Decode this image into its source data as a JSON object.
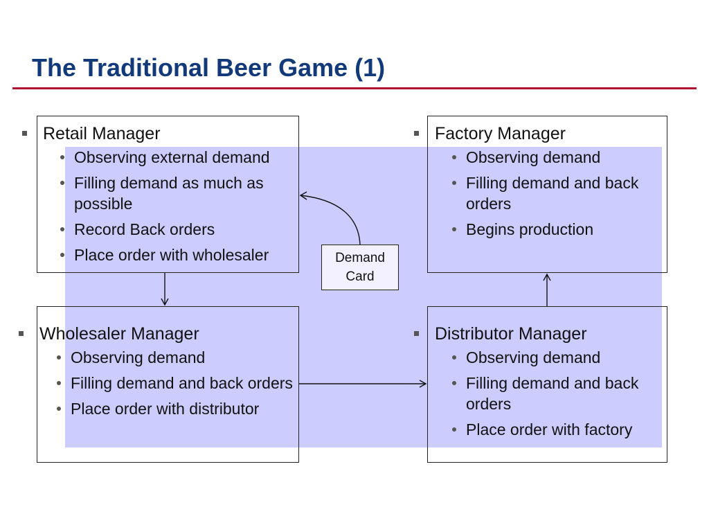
{
  "slide": {
    "title": "The Traditional Beer Game (1)"
  },
  "demand_card": {
    "line1": "Demand",
    "line2": "Card"
  },
  "roles": {
    "retail": {
      "title": "Retail Manager",
      "items": [
        "Observing external demand",
        "Filling demand as much as possible",
        "Record Back orders",
        "Place order with wholesaler"
      ]
    },
    "factory": {
      "title": "Factory Manager",
      "items": [
        "Observing demand",
        "Filling demand and back orders",
        "Begins production"
      ]
    },
    "wholesaler": {
      "title": "Wholesaler Manager",
      "items": [
        "Observing demand",
        "Filling demand and back orders",
        "Place order with distributor"
      ]
    },
    "distributor": {
      "title": "Distributor Manager",
      "items": [
        "Observing demand",
        "Filling demand and back orders",
        "Place order with factory"
      ]
    }
  },
  "colors": {
    "title": "#123a7a",
    "title_rule": "#b01230",
    "panel": "#ccccff",
    "demand_card_fill": "#f3f0ff"
  }
}
